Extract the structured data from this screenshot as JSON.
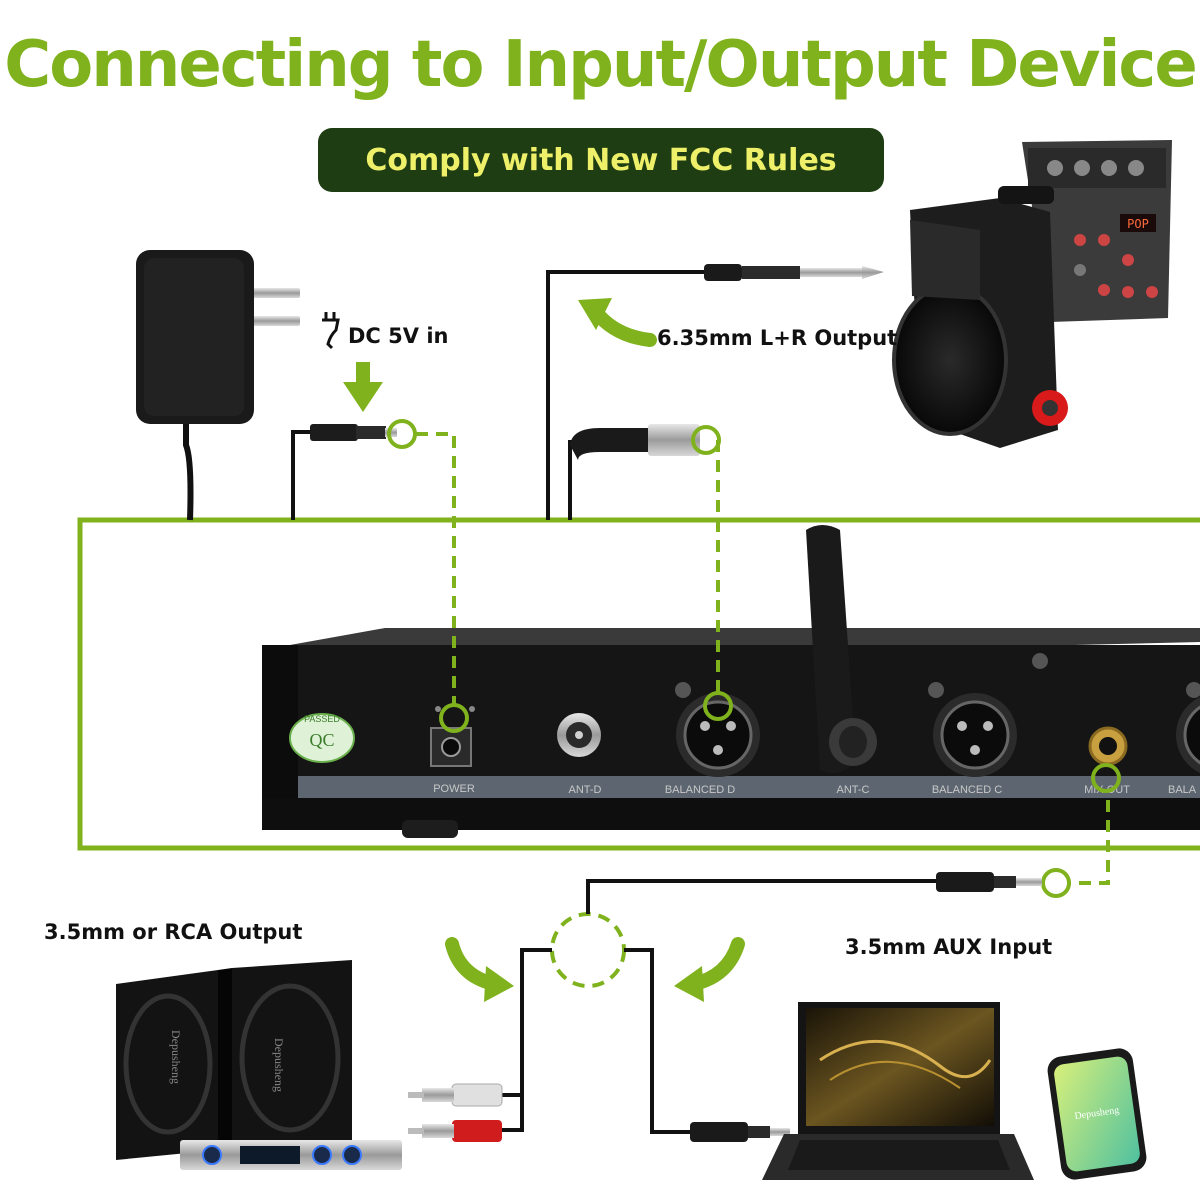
{
  "title": "Connecting to Input/Output Device",
  "badge": "Comply with New FCC Rules",
  "labels": {
    "dc_in": "DC 5V in",
    "output_635": "6.35mm L+R Output",
    "rca_output": "3.5mm or RCA Output",
    "aux_input": "3.5mm AUX Input"
  },
  "panel_labels": {
    "power": "POWER",
    "ant_d": "ANT-D",
    "balanced_d": "BALANCED D",
    "ant_c": "ANT-C",
    "balanced_c": "BALANCED C",
    "mix_out": "MIX OUT",
    "bal_partial": "BALA"
  },
  "qc_sticker": {
    "top": "PASSED",
    "mark": "QC"
  },
  "brand": "Depusheng",
  "colors": {
    "green": "#7fb21c",
    "badge_bg": "#1f3d12",
    "badge_text": "#eef06a",
    "dash": "#7fb21c"
  },
  "icons": [
    "power-adapter-icon",
    "plug-icon",
    "down-arrow-icon",
    "curved-arrow-icon",
    "speaker-icon",
    "mixer-icon",
    "laptop-icon",
    "phone-icon",
    "amplifier-icon"
  ]
}
